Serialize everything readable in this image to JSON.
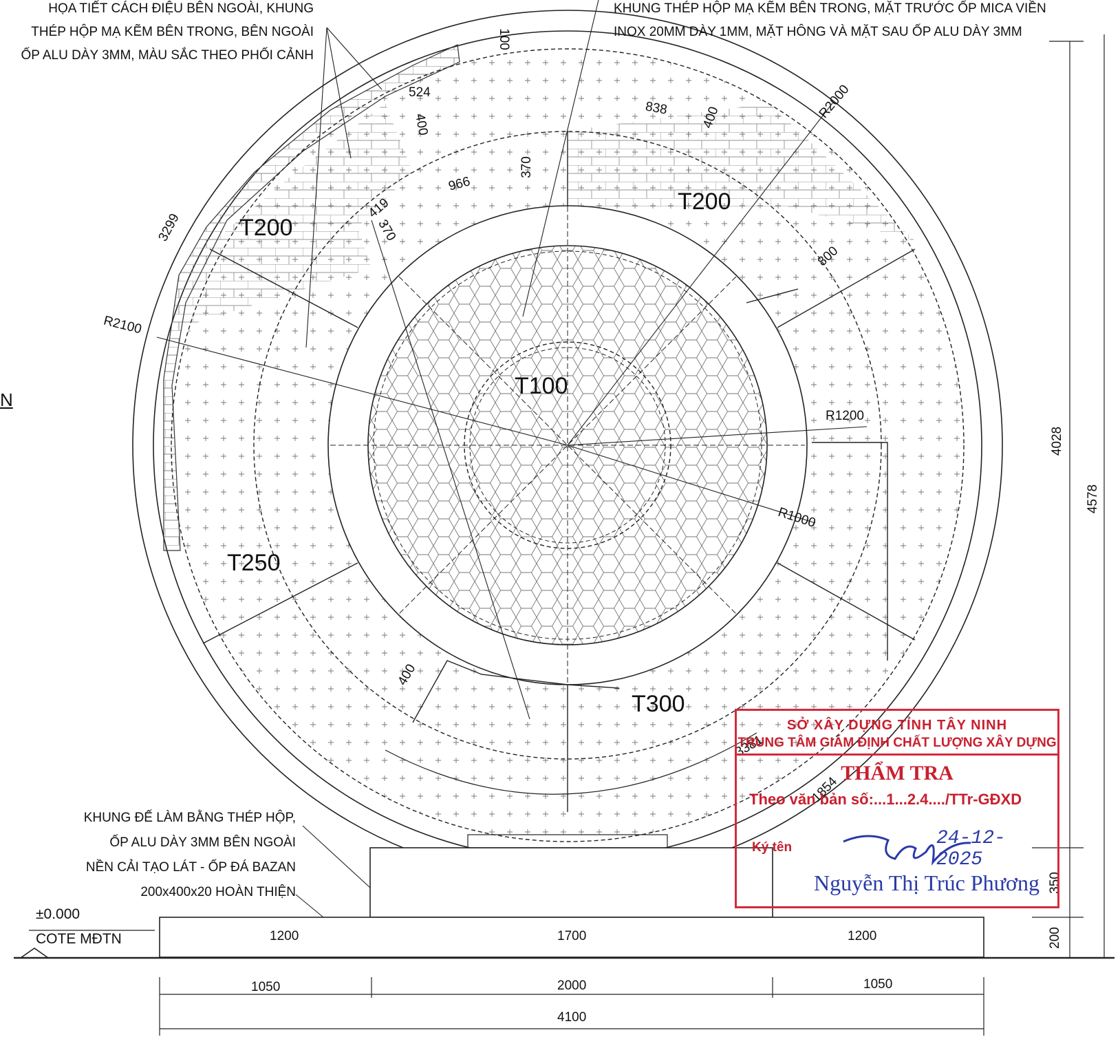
{
  "notes": {
    "top_left": [
      "HỌA TIẾT CÁCH ĐIỆU BÊN NGOÀI,  KHUNG",
      "THÉP HỘP MẠ KẼM BÊN TRONG, BÊN NGOÀI",
      "ỐP ALU DÀY 3MM, MÀU SẮC THEO PHỐI CẢNH"
    ],
    "top_right": [
      "KHUNG THÉP HỘP MẠ KẼM BÊN TRONG, MẶT TRƯỚC ỐP MICA VIỀN",
      "INOX 20MM DÀY 1MM, MẶT HÔNG VÀ MẶT SAU ỐP ALU DÀY 3MM"
    ],
    "bottom_left": [
      "KHUNG ĐẾ LÀM BẰNG THÉP HỘP,",
      "ỐP ALU DÀY 3MM BÊN NGOÀI",
      "NỀN CẢI TẠO LÁT - ỐP ĐÁ BAZAN",
      "200x400x20 HOÀN THIỆN"
    ],
    "level": "±0.000",
    "cote": "COTE MĐTN",
    "edge_letter": "N"
  },
  "zones": [
    "T100",
    "T200",
    "T200",
    "T250",
    "T300"
  ],
  "radii": [
    "R2100",
    "R2000",
    "R1200",
    "R1000"
  ],
  "dims": {
    "d100": "100",
    "d524": "524",
    "d400a": "400",
    "d838": "838",
    "d400b": "400",
    "d370a": "370",
    "d966": "966",
    "d419": "419",
    "d370b": "370",
    "d3299": "3299",
    "d800": "800",
    "d400c": "400",
    "d3381": "3381",
    "d1854": "1854",
    "d4028": "4028",
    "d4578": "4578",
    "d350": "350",
    "d200": "200",
    "base_top": [
      "1200",
      "1700",
      "1200"
    ],
    "base_bot": [
      "1050",
      "2000",
      "1050"
    ],
    "total": "4100"
  },
  "stamp": {
    "line1": "SỞ XÂY DỰNG TỈNH TÂY NINH",
    "line2": "TRUNG TÂM GIÁM ĐỊNH CHẤT LƯỢNG XÂY DỰNG",
    "line3": "THẨM TRA",
    "line4": "Theo văn bản  số:...1...2.4..../TTr-GĐXD",
    "line5": "Ký tên",
    "date": "24-12- 2025",
    "signer": "Nguyễn Thị Trúc Phương"
  }
}
